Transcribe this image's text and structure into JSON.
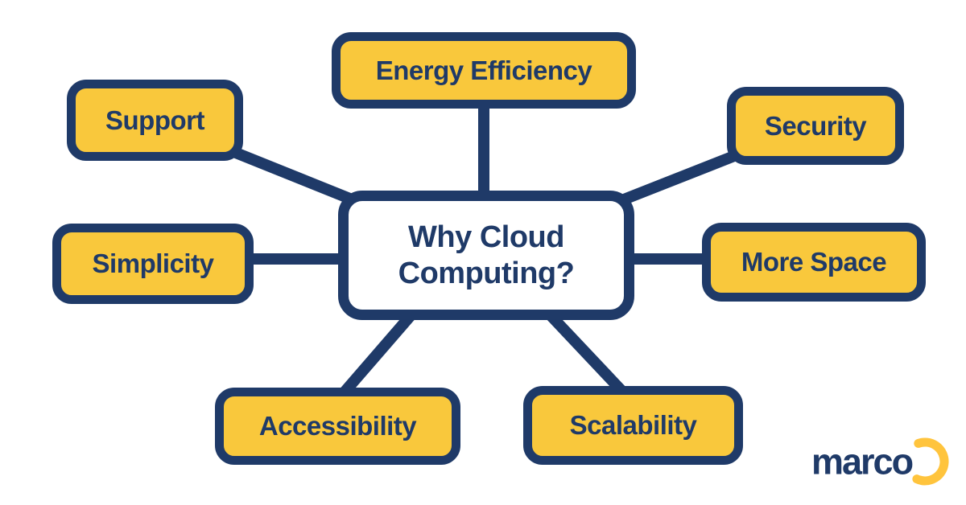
{
  "diagram": {
    "center": {
      "label": "Why Cloud Computing?"
    },
    "branches": [
      {
        "id": "energy-efficiency",
        "label": "Energy Efficiency"
      },
      {
        "id": "support",
        "label": "Support"
      },
      {
        "id": "security",
        "label": "Security"
      },
      {
        "id": "simplicity",
        "label": "Simplicity"
      },
      {
        "id": "more-space",
        "label": "More Space"
      },
      {
        "id": "accessibility",
        "label": "Accessibility"
      },
      {
        "id": "scalability",
        "label": "Scalability"
      }
    ],
    "colors": {
      "navy": "#1F3A68",
      "yellow": "#F9C83C",
      "background": "#FFFFFF",
      "logo_arc_yellow": "#FFC43D"
    },
    "logo": {
      "text": "marco"
    }
  }
}
